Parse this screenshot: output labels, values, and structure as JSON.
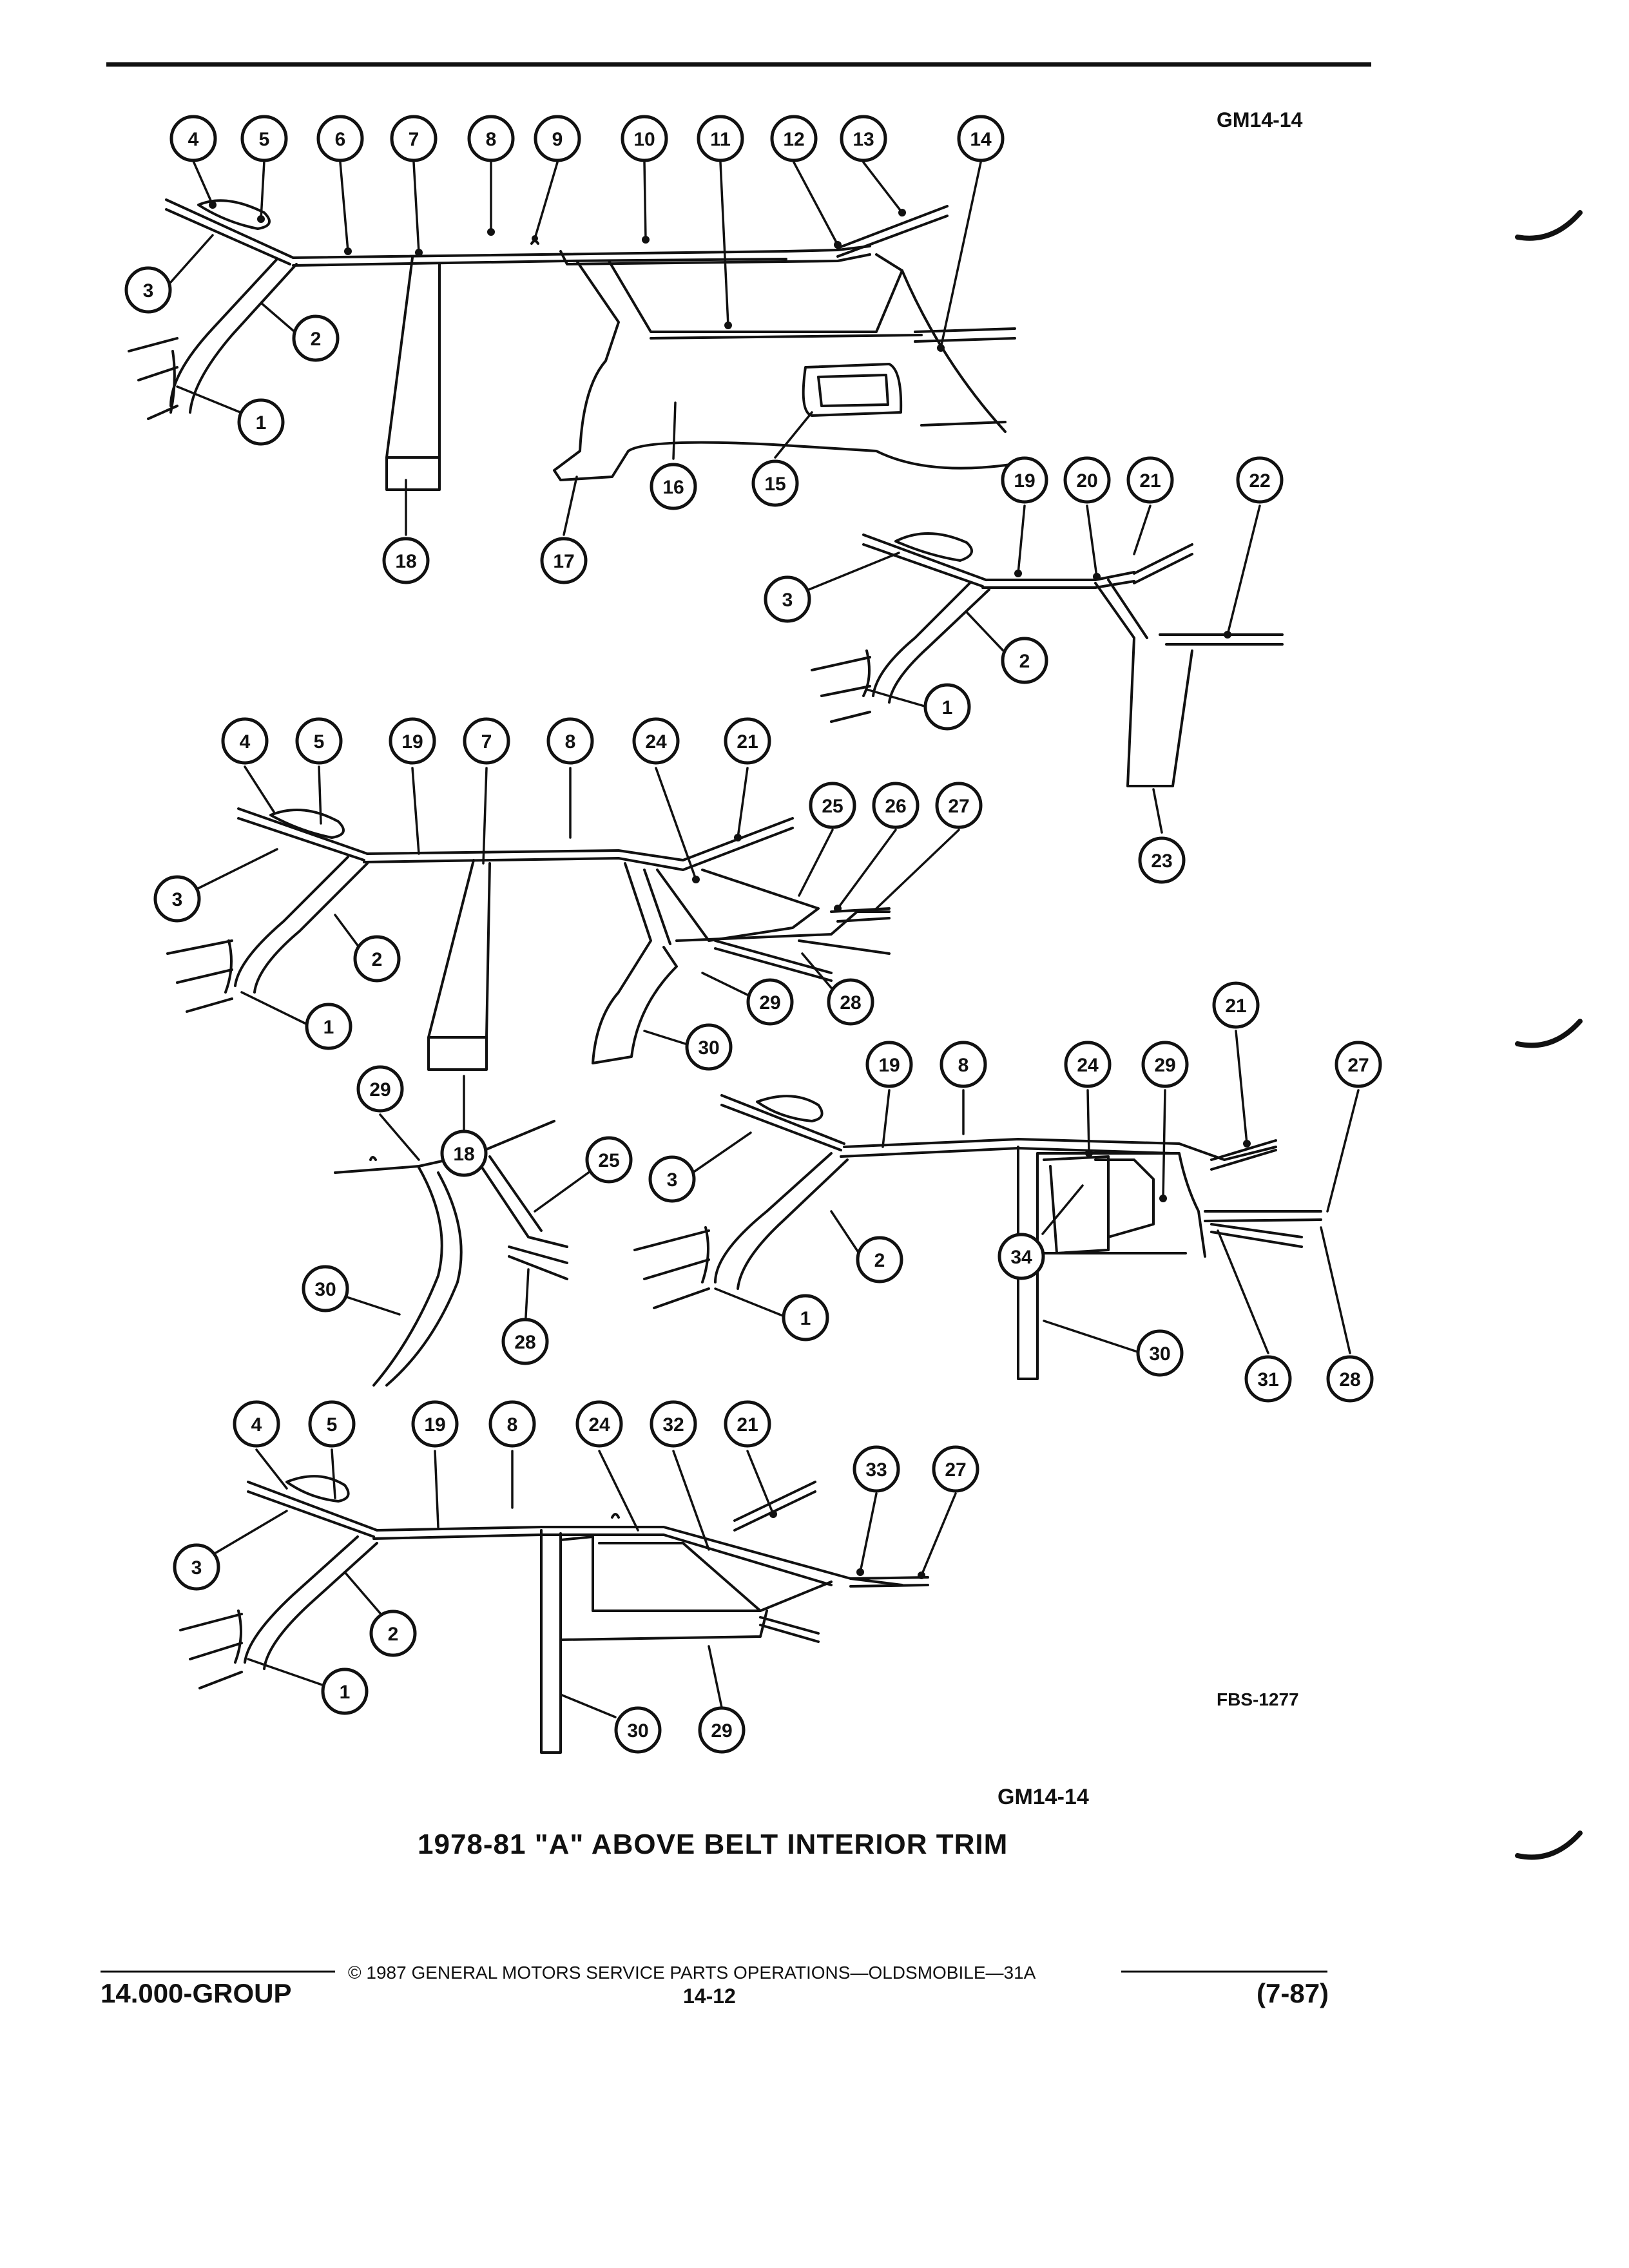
{
  "header": {
    "figure_code_top": "GM14-14",
    "drawing_number": "FBS-1277",
    "figure_code": "GM14-14",
    "caption": "1978-81 \"A\" ABOVE BELT INTERIOR TRIM"
  },
  "footer": {
    "copyright": "© 1987 GENERAL MOTORS SERVICE PARTS OPERATIONS—OLDSMOBILE—31A",
    "group": "14.000-GROUP",
    "page_number": "14-12",
    "revision_date": "(7-87)"
  },
  "diagram": {
    "callouts": [
      {
        "id": "4"
      },
      {
        "id": "5"
      },
      {
        "id": "6"
      },
      {
        "id": "7"
      },
      {
        "id": "8"
      },
      {
        "id": "9"
      },
      {
        "id": "10"
      },
      {
        "id": "11"
      },
      {
        "id": "12"
      },
      {
        "id": "13"
      },
      {
        "id": "14"
      },
      {
        "id": "3"
      },
      {
        "id": "2"
      },
      {
        "id": "1"
      },
      {
        "id": "16"
      },
      {
        "id": "15"
      },
      {
        "id": "18"
      },
      {
        "id": "17"
      },
      {
        "id": "19"
      },
      {
        "id": "20"
      },
      {
        "id": "21"
      },
      {
        "id": "22"
      },
      {
        "id": "3"
      },
      {
        "id": "2"
      },
      {
        "id": "1"
      },
      {
        "id": "23"
      },
      {
        "id": "4"
      },
      {
        "id": "5"
      },
      {
        "id": "19"
      },
      {
        "id": "7"
      },
      {
        "id": "8"
      },
      {
        "id": "24"
      },
      {
        "id": "21"
      },
      {
        "id": "25"
      },
      {
        "id": "26"
      },
      {
        "id": "27"
      },
      {
        "id": "3"
      },
      {
        "id": "2"
      },
      {
        "id": "1"
      },
      {
        "id": "29"
      },
      {
        "id": "28"
      },
      {
        "id": "30"
      },
      {
        "id": "18"
      },
      {
        "id": "29"
      },
      {
        "id": "25"
      },
      {
        "id": "30"
      },
      {
        "id": "28"
      },
      {
        "id": "21"
      },
      {
        "id": "19"
      },
      {
        "id": "8"
      },
      {
        "id": "24"
      },
      {
        "id": "29"
      },
      {
        "id": "27"
      },
      {
        "id": "3"
      },
      {
        "id": "2"
      },
      {
        "id": "34"
      },
      {
        "id": "1"
      },
      {
        "id": "30"
      },
      {
        "id": "31"
      },
      {
        "id": "28"
      },
      {
        "id": "4"
      },
      {
        "id": "5"
      },
      {
        "id": "19"
      },
      {
        "id": "8"
      },
      {
        "id": "24"
      },
      {
        "id": "32"
      },
      {
        "id": "21"
      },
      {
        "id": "33"
      },
      {
        "id": "27"
      },
      {
        "id": "3"
      },
      {
        "id": "2"
      },
      {
        "id": "1"
      },
      {
        "id": "30"
      },
      {
        "id": "29"
      }
    ]
  }
}
